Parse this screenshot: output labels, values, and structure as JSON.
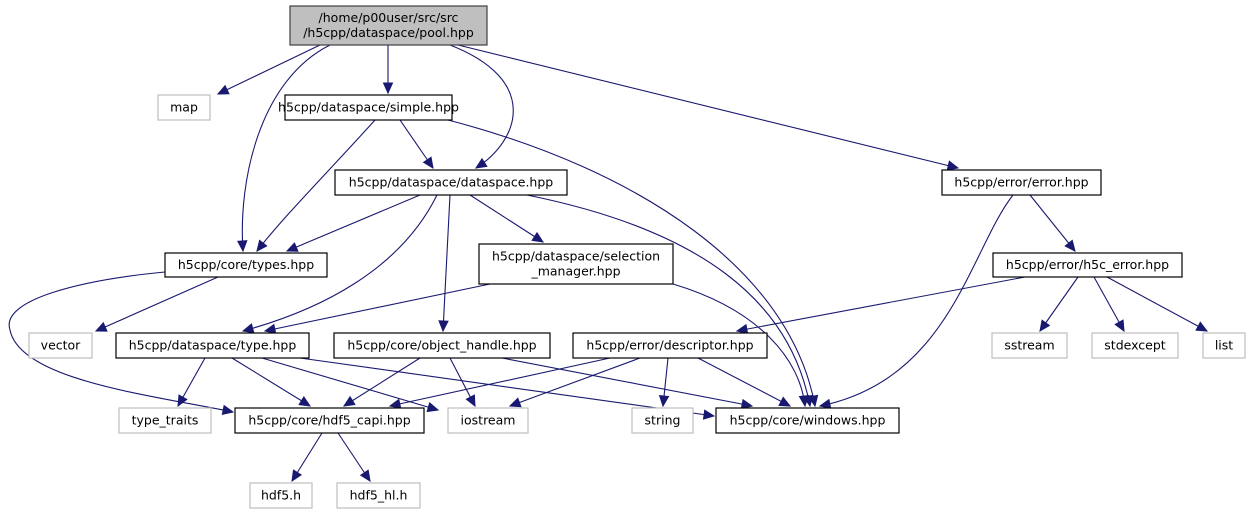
{
  "diagram": {
    "type": "include-dependency-graph",
    "colors": {
      "edge": "#191970",
      "root_fill": "#bfbfbf",
      "internal_border": "#000000",
      "external_border": "#bfbfbf"
    },
    "nodes": [
      {
        "id": "pool",
        "kind": "root",
        "lines": [
          "/home/p00user/src/src",
          "/h5cpp/dataspace/pool.hpp"
        ]
      },
      {
        "id": "map",
        "kind": "external",
        "lines": [
          "map"
        ]
      },
      {
        "id": "simple",
        "kind": "internal",
        "lines": [
          "h5cpp/dataspace/simple.hpp"
        ]
      },
      {
        "id": "dataspace",
        "kind": "internal",
        "lines": [
          "h5cpp/dataspace/dataspace.hpp"
        ]
      },
      {
        "id": "error",
        "kind": "internal",
        "lines": [
          "h5cpp/error/error.hpp"
        ]
      },
      {
        "id": "types",
        "kind": "internal",
        "lines": [
          "h5cpp/core/types.hpp"
        ]
      },
      {
        "id": "selection_manager",
        "kind": "internal",
        "lines": [
          "h5cpp/dataspace/selection",
          "_manager.hpp"
        ]
      },
      {
        "id": "h5c_error",
        "kind": "internal",
        "lines": [
          "h5cpp/error/h5c_error.hpp"
        ]
      },
      {
        "id": "vector",
        "kind": "external",
        "lines": [
          "vector"
        ]
      },
      {
        "id": "type",
        "kind": "internal",
        "lines": [
          "h5cpp/dataspace/type.hpp"
        ]
      },
      {
        "id": "object_handle",
        "kind": "internal",
        "lines": [
          "h5cpp/core/object_handle.hpp"
        ]
      },
      {
        "id": "descriptor",
        "kind": "internal",
        "lines": [
          "h5cpp/error/descriptor.hpp"
        ]
      },
      {
        "id": "sstream",
        "kind": "external",
        "lines": [
          "sstream"
        ]
      },
      {
        "id": "stdexcept",
        "kind": "external",
        "lines": [
          "stdexcept"
        ]
      },
      {
        "id": "list",
        "kind": "external",
        "lines": [
          "list"
        ]
      },
      {
        "id": "type_traits",
        "kind": "external",
        "lines": [
          "type_traits"
        ]
      },
      {
        "id": "hdf5_capi",
        "kind": "internal",
        "lines": [
          "h5cpp/core/hdf5_capi.hpp"
        ]
      },
      {
        "id": "iostream",
        "kind": "external",
        "lines": [
          "iostream"
        ]
      },
      {
        "id": "string",
        "kind": "external",
        "lines": [
          "string"
        ]
      },
      {
        "id": "windows",
        "kind": "internal",
        "lines": [
          "h5cpp/core/windows.hpp"
        ]
      },
      {
        "id": "hdf5_h",
        "kind": "external",
        "lines": [
          "hdf5.h"
        ]
      },
      {
        "id": "hdf5_hl_h",
        "kind": "external",
        "lines": [
          "hdf5_hl.h"
        ]
      }
    ],
    "edges": [
      {
        "from": "pool",
        "to": "map"
      },
      {
        "from": "pool",
        "to": "simple"
      },
      {
        "from": "pool",
        "to": "types"
      },
      {
        "from": "pool",
        "to": "dataspace"
      },
      {
        "from": "pool",
        "to": "error"
      },
      {
        "from": "simple",
        "to": "types"
      },
      {
        "from": "simple",
        "to": "dataspace"
      },
      {
        "from": "simple",
        "to": "windows"
      },
      {
        "from": "dataspace",
        "to": "types"
      },
      {
        "from": "dataspace",
        "to": "type"
      },
      {
        "from": "dataspace",
        "to": "object_handle"
      },
      {
        "from": "dataspace",
        "to": "selection_manager"
      },
      {
        "from": "dataspace",
        "to": "windows"
      },
      {
        "from": "error",
        "to": "h5c_error"
      },
      {
        "from": "error",
        "to": "windows"
      },
      {
        "from": "types",
        "to": "vector"
      },
      {
        "from": "types",
        "to": "hdf5_capi"
      },
      {
        "from": "selection_manager",
        "to": "type"
      },
      {
        "from": "selection_manager",
        "to": "windows"
      },
      {
        "from": "h5c_error",
        "to": "descriptor"
      },
      {
        "from": "h5c_error",
        "to": "sstream"
      },
      {
        "from": "h5c_error",
        "to": "stdexcept"
      },
      {
        "from": "h5c_error",
        "to": "list"
      },
      {
        "from": "type",
        "to": "type_traits"
      },
      {
        "from": "type",
        "to": "hdf5_capi"
      },
      {
        "from": "type",
        "to": "iostream"
      },
      {
        "from": "type",
        "to": "windows"
      },
      {
        "from": "object_handle",
        "to": "hdf5_capi"
      },
      {
        "from": "object_handle",
        "to": "iostream"
      },
      {
        "from": "object_handle",
        "to": "windows"
      },
      {
        "from": "descriptor",
        "to": "hdf5_capi"
      },
      {
        "from": "descriptor",
        "to": "iostream"
      },
      {
        "from": "descriptor",
        "to": "string"
      },
      {
        "from": "descriptor",
        "to": "windows"
      },
      {
        "from": "hdf5_capi",
        "to": "hdf5_h"
      },
      {
        "from": "hdf5_capi",
        "to": "hdf5_hl_h"
      }
    ]
  }
}
